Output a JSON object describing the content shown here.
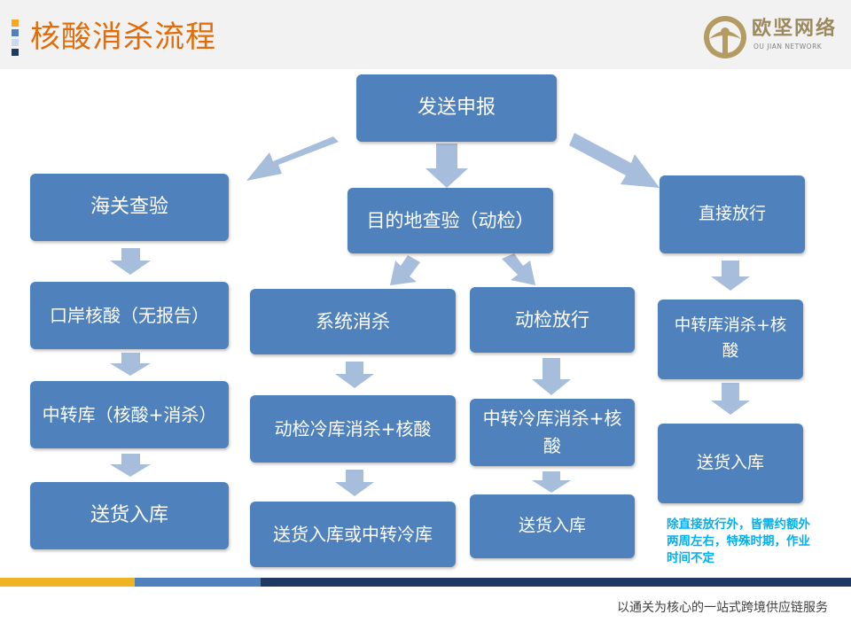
{
  "header": {
    "title": "核酸消杀流程",
    "bar_colors": [
      "#f5a623",
      "#4f81bd",
      "#c6d9f1",
      "#1f3864"
    ],
    "logo": {
      "text": "欧坚网络",
      "subtext": "OU JIAN NETWORK",
      "color": "#9c8a5e"
    }
  },
  "diagram": {
    "root": "发送申报",
    "left": {
      "head": "海关查验",
      "steps": [
        "口岸核酸（无报告）",
        "中转库（核酸+消杀）",
        "送货入库"
      ]
    },
    "middle": {
      "head": "目的地查验（动检）",
      "branch_a": {
        "head": "系统消杀",
        "steps": [
          "动检冷库消杀+核酸",
          "送货入库或中转冷库"
        ]
      },
      "branch_b": {
        "head": "动检放行",
        "steps": [
          "中转冷库消杀+核酸",
          "送货入库"
        ]
      }
    },
    "right": {
      "head": "直接放行",
      "steps": [
        "中转库消杀+核酸",
        "送货入库"
      ]
    },
    "note": "除直接放行外，皆需约额外两周左右，特殊时期，作业时间不定",
    "box_color": "#4f81bd",
    "arrow_color": "#a6bddb",
    "note_color": "#00b0f0"
  },
  "footer": {
    "text": "以通关为核心的一站式跨境供应链服务",
    "band_colors": [
      "#f0b323",
      "#4f81bd",
      "#1f3864"
    ]
  }
}
